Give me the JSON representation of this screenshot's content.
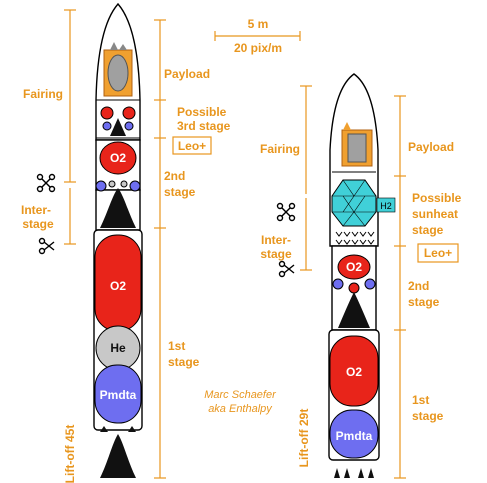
{
  "scale": {
    "distance": "5 m",
    "resolution": "20 pix/m"
  },
  "left_rocket": {
    "fairing": "Fairing",
    "interstage": [
      "Inter-",
      "stage"
    ],
    "payload": "Payload",
    "third_stage": [
      "Possible",
      "3rd stage"
    ],
    "leo_badge": "Leo+",
    "second_stage": [
      "2nd",
      "stage"
    ],
    "first_stage": [
      "1st",
      "stage"
    ],
    "tank_o2_small": "O2",
    "tank_o2_big": "O2",
    "tank_he": "He",
    "tank_pmdta": "Pmdta",
    "liftoff": "Lift-off 45t"
  },
  "right_rocket": {
    "fairing": "Fairing",
    "interstage": [
      "Inter-",
      "stage"
    ],
    "payload": "Payload",
    "sunheat": [
      "Possible",
      "sunheat",
      "stage"
    ],
    "leo_badge": "Leo+",
    "second_stage": [
      "2nd",
      "stage"
    ],
    "first_stage": [
      "1st",
      "stage"
    ],
    "tank_h2": "H2",
    "tank_o2_small": "O2",
    "tank_o2_big": "O2",
    "tank_pmdta": "Pmdta",
    "liftoff": "Lift-off 29t"
  },
  "credit": [
    "Marc Schaefer",
    "aka Enthalpy"
  ],
  "colors": {
    "annotation": "#e8961e",
    "oxygen": "#e8241a",
    "pmdta": "#6e6ef0",
    "helium": "#c8c8c8",
    "hydrogen": "#40d0d8",
    "payload": "#f0a030"
  },
  "icons": [
    "scissors-icon",
    "nozzle-icon",
    "chevron-separation-icon"
  ]
}
